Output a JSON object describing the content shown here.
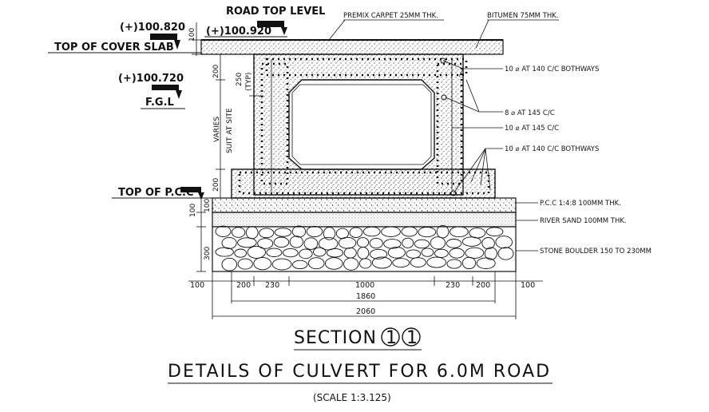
{
  "levels": {
    "road_top_level_label": "ROAD TOP LEVEL",
    "road_top_value": "(+)100.920",
    "cover_slab_value": "(+)100.820",
    "cover_slab_label": "TOP OF COVER SLAB",
    "fgl_value": "(+)100.720",
    "fgl_label": "F.G.L",
    "pcc_label": "TOP OF P.C.C"
  },
  "notes": {
    "premix": "PREMIX CARPET 25MM THK.",
    "bitumen": "BITUMEN 75MM THK.",
    "rebar_top": "10 ⌀ AT 140 C/C BOTHWAYS",
    "rebar_8": "8 ⌀ AT 145 C/C",
    "rebar_10_145": "10 ⌀ AT 145 C/C",
    "rebar_bottom": "10 ⌀ AT 140 C/C BOTHWAYS",
    "pcc": "P.C.C 1:4:8 100MM THK.",
    "river_sand": "RIVER SAND 100MM THK.",
    "stone": "STONE BOULDER 150 TO 230MM"
  },
  "vertical_dims": {
    "d100_top": "100",
    "d200_a": "200",
    "d250": "250",
    "d250_typ": "(TYP)",
    "varies": "VARIES",
    "suit": "SUIT AT SITE",
    "d200_b": "200",
    "d100_pcc": "100",
    "d100_sand": "100",
    "d300": "300"
  },
  "horizontal_dims": {
    "segments": [
      "100",
      "200",
      "230",
      "1000",
      "230",
      "200",
      "100"
    ],
    "inner_total": "1860",
    "overall_total": "2060"
  },
  "titles": {
    "section": "SECTION",
    "section_num_a": "1",
    "section_num_b": "1",
    "main": "DETAILS OF CULVERT FOR 6.0M ROAD",
    "scale": "(SCALE 1:3.125)"
  }
}
